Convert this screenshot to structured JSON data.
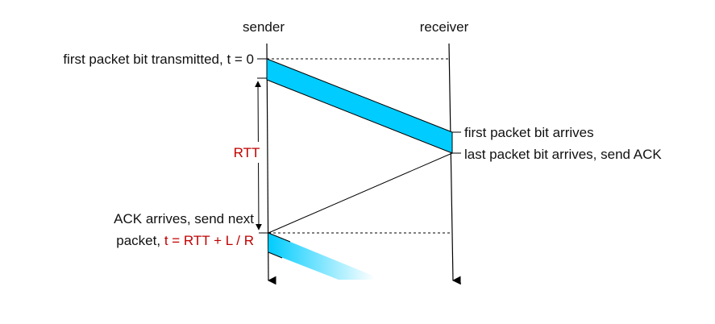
{
  "labels": {
    "sender": "sender",
    "receiver": "receiver",
    "first_bit_transmitted": "first packet bit transmitted, t = 0",
    "rtt": "RTT",
    "first_bit_arrives": "first packet bit arrives",
    "last_bit_arrives": "last packet bit arrives, send ACK",
    "ack_arrives_line1": "ACK arrives, send next",
    "ack_arrives_line2_prefix": "packet,",
    "ack_arrives_formula": "t = RTT + L / R"
  },
  "colors": {
    "packet_fill": "#00ccff",
    "line": "#000000",
    "formula_text": "#c00000",
    "rtt_text": "#c00000"
  }
}
